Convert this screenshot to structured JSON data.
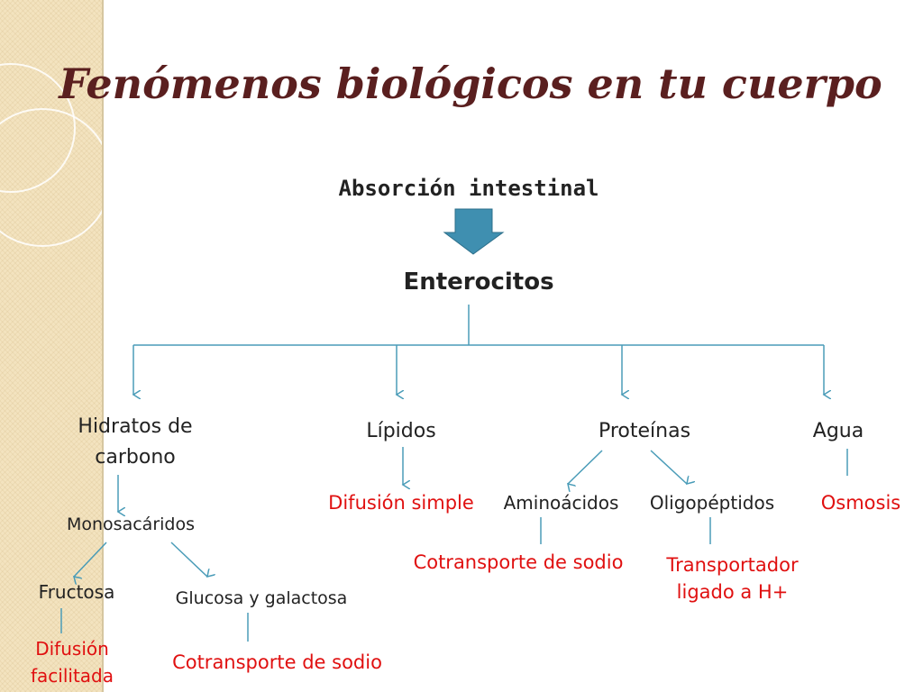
{
  "title": "Fenómenos biológicos en tu cuerpo",
  "diagram": {
    "root": "Absorción intestinal",
    "cell": "Enterocitos",
    "categories": {
      "carbohydrates": "Hidratos de carbono",
      "lipids": "Lípidos",
      "proteins": "Proteínas",
      "water": "Agua"
    },
    "monosaccharides": "Monosacáridos",
    "fructose": "Fructosa",
    "glucose_galactose": "Glucosa y galactosa",
    "facilitated_diffusion": "Difusión facilitada",
    "sodium_cotransport": "Cotransporte de sodio",
    "simple_diffusion": "Difusión simple",
    "amino_acids": "Aminoácidos",
    "oligopeptides": "Oligopéptidos",
    "proton_transporter": "Transportador ligado a H+",
    "osmosis": "Osmosis"
  },
  "colors": {
    "title": "#5a1f1f",
    "mechanism": "#e01010",
    "arrow": "#4a9cb8",
    "big_arrow": "#3f8fb0"
  }
}
